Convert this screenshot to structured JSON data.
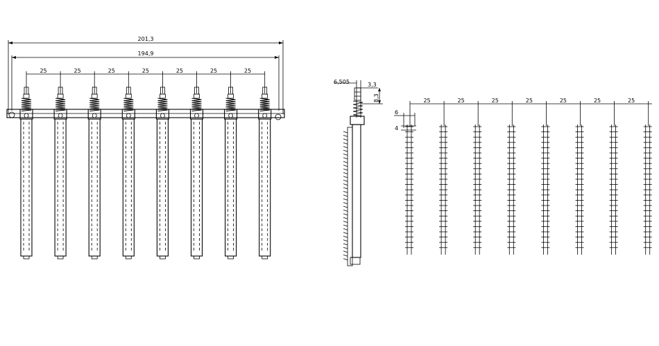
{
  "front_view": {
    "overall_width_label": "201,3",
    "pin_span_label": "194,9",
    "pitch_label": "25",
    "pitch_count": 7,
    "module_count": 8
  },
  "side_view": {
    "offset_label": "6,505",
    "thickness_label": "3,3",
    "height_label": "8,3"
  },
  "pcb_layout": {
    "pitch_label": "25",
    "pitch_count": 7,
    "column_width_label": "6",
    "row_pitch_label": "4",
    "column_count": 8
  }
}
